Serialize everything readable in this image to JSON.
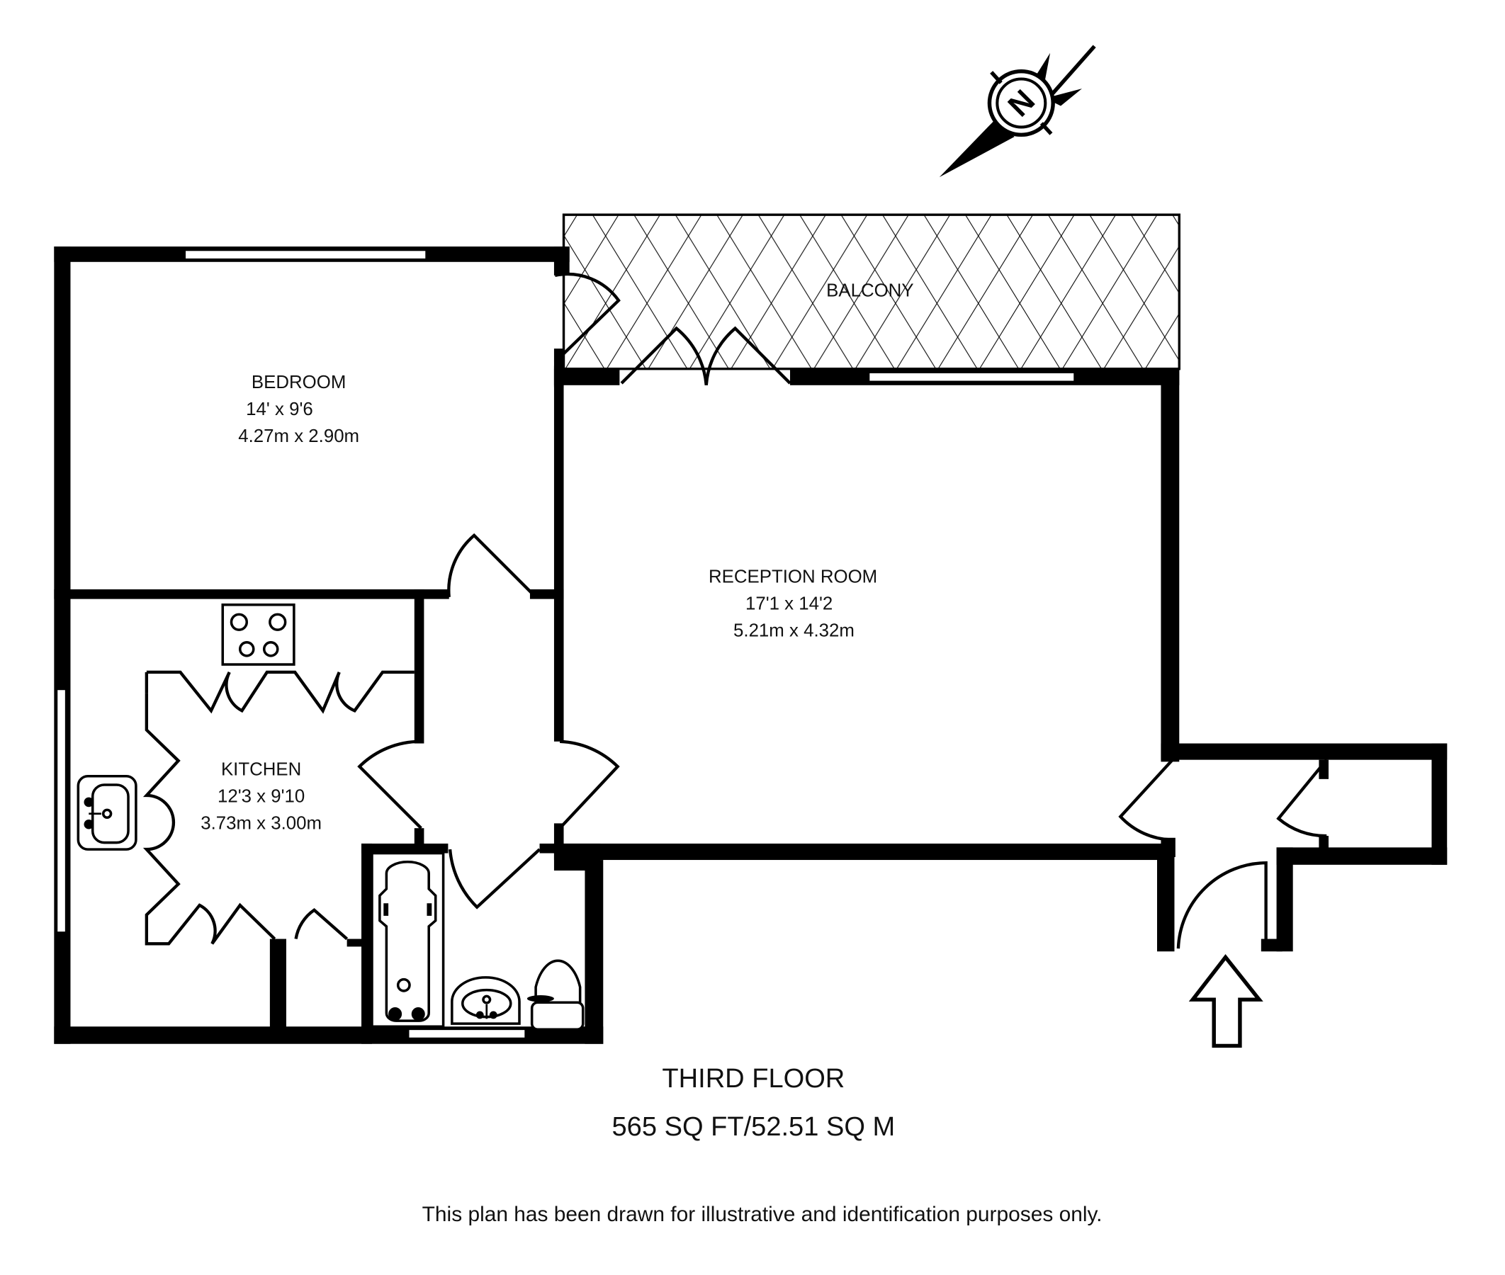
{
  "rooms": {
    "bedroom": {
      "name": "BEDROOM",
      "imperial": "14' x 9'6",
      "metric": "4.27m x 2.90m"
    },
    "reception": {
      "name": "RECEPTION ROOM",
      "imperial": "17'1 x 14'2",
      "metric": "5.21m x 4.32m"
    },
    "kitchen": {
      "name": "KITCHEN",
      "imperial": "12'3 x 9'10",
      "metric": "3.73m x 3.00m"
    },
    "balcony": {
      "name": "BALCONY"
    }
  },
  "floor": {
    "title": "THIRD FLOOR",
    "area": "565 SQ FT/52.51 SQ M"
  },
  "disclaimer": "This plan has been drawn for illustrative and identification purposes only.",
  "compass": {
    "label": "N",
    "icon": "north-compass-icon"
  },
  "entrance": {
    "icon": "entrance-arrow-icon"
  },
  "colors": {
    "wall": "#000000",
    "background": "#ffffff"
  }
}
